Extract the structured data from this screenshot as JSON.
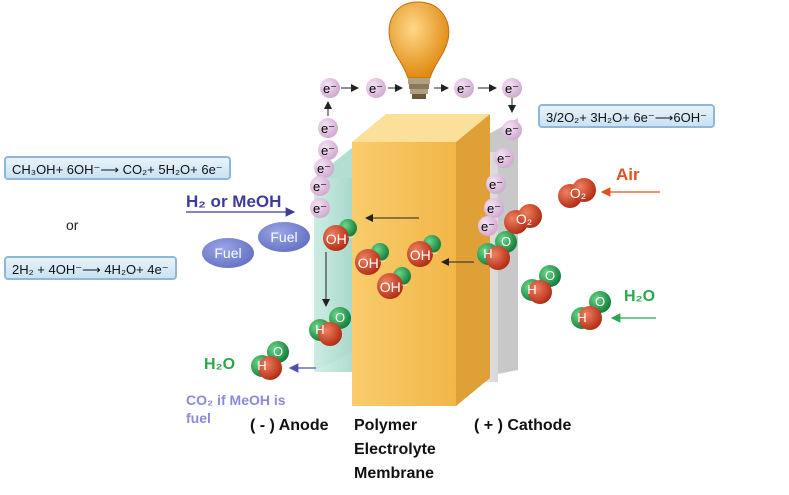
{
  "equations": {
    "methanol_anode": "CH₃OH+ 6OH⁻⟶ CO₂+ 5H₂O+ 6e⁻",
    "hydrogen_anode": "2H₂ + 4OH⁻⟶ 4H₂O+ 4e⁻",
    "cathode": "3/2O₂+ 3H₂O+ 6e⁻⟶6OH⁻"
  },
  "labels": {
    "or": "or",
    "fuel_in": "H₂ or MeOH",
    "fuel_bubble": "Fuel",
    "air": "Air",
    "water_in": "H₂O",
    "water_out": "H₂O",
    "co2_note_line1": "CO₂ if MeOH is",
    "co2_note_line2": "fuel",
    "anode": "( - ) Anode",
    "membrane_line1": "Polymer",
    "membrane_line2": "Electrolyte",
    "membrane_line3": "Membrane",
    "cathode": "( + ) Cathode"
  },
  "species": {
    "electron": "e⁻",
    "hydroxide": "OH⁻",
    "water_h": "H",
    "water_o": "O",
    "oxygen": "O₂"
  },
  "colors": {
    "hydrogen_green": "#1e9e4a",
    "oxygen_red": "#c8321e",
    "membrane": "#f6c25a",
    "fuel_blue": "#3c3c9c",
    "air_red": "#e05020",
    "water_green": "#2aa84a",
    "co2_purple": "#8a8ad8"
  },
  "icons": [
    "light-bulb-icon"
  ]
}
